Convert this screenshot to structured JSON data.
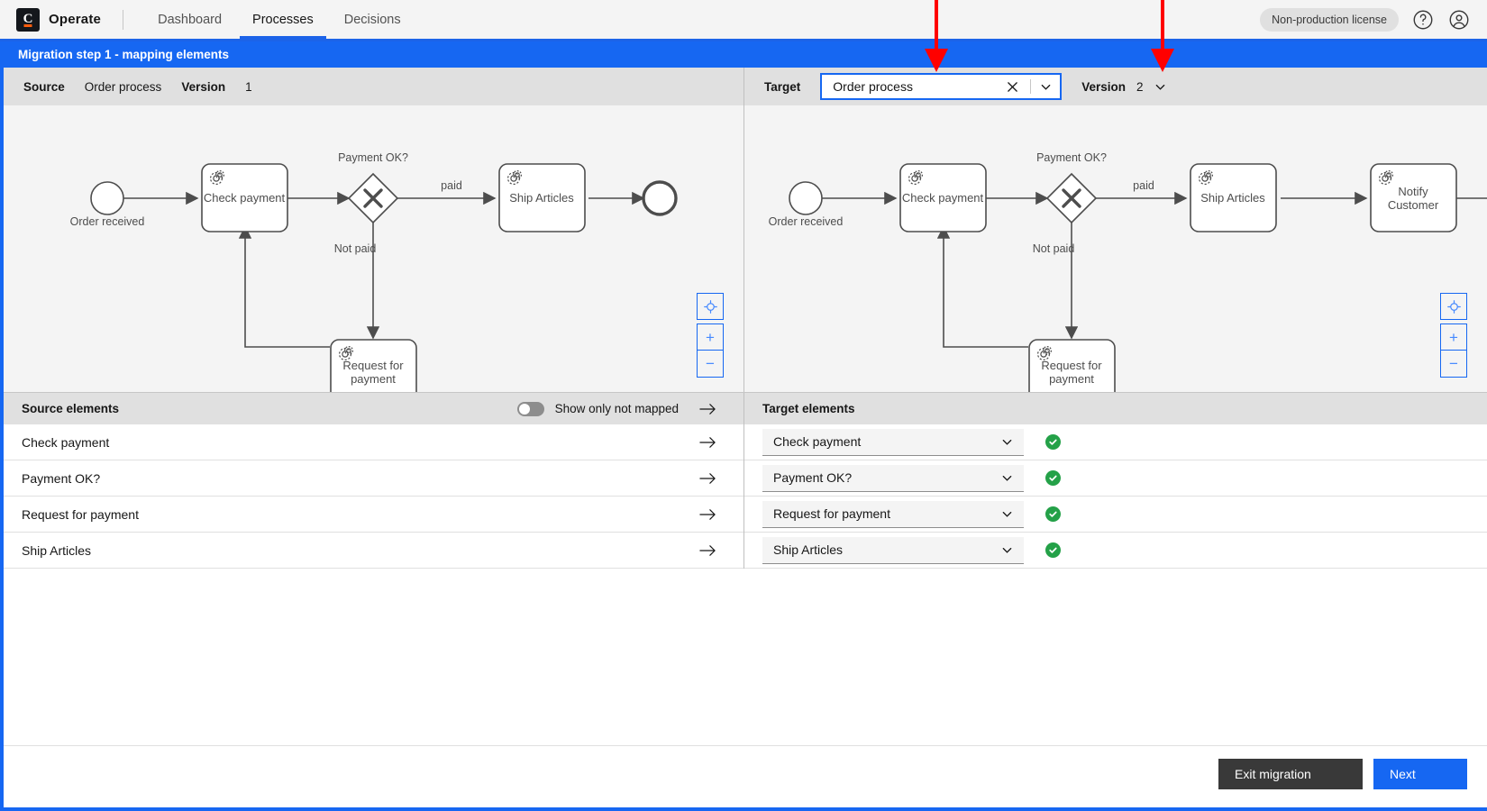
{
  "topnav": {
    "brand": "Operate",
    "logo_letter": "C",
    "nav_items": [
      {
        "label": "Dashboard",
        "active": false
      },
      {
        "label": "Processes",
        "active": true
      },
      {
        "label": "Decisions",
        "active": false
      }
    ],
    "license_badge": "Non-production license",
    "help_icon": "help-circle-icon",
    "user_icon": "user-avatar-icon"
  },
  "banner": {
    "title": "Migration step 1 - mapping elements"
  },
  "source_panel": {
    "label_source": "Source",
    "process_name": "Order process",
    "label_version": "Version",
    "version": "1",
    "zoom_reset_icon": "reset-viewport-icon",
    "zoom_in": "+",
    "zoom_out": "−"
  },
  "target_panel": {
    "label_target": "Target",
    "process_name": "Order process",
    "clear_icon": "clear-x-icon",
    "chevron_icon": "chevron-down-icon",
    "label_version": "Version",
    "version": "2",
    "zoom_reset_icon": "reset-viewport-icon",
    "zoom_in": "+",
    "zoom_out": "−"
  },
  "diagrams": {
    "source": {
      "start_event_label": "Order received",
      "gateway_label": "Payment OK?",
      "flow_label_paid": "paid",
      "flow_label_notpaid": "Not paid",
      "gateway_symbol": "X",
      "tasks": [
        "Check payment",
        "Ship Articles",
        "Request for\npayment"
      ]
    },
    "target": {
      "start_event_label": "Order received",
      "gateway_label": "Payment OK?",
      "flow_label_paid": "paid",
      "flow_label_notpaid": "Not paid",
      "gateway_symbol": "X",
      "tasks": [
        "Check payment",
        "Ship Articles",
        "Notify\nCustomer",
        "Request for\npayment"
      ]
    }
  },
  "mapping": {
    "source_header": "Source elements",
    "target_header": "Target elements",
    "toggle_label": "Show only not mapped",
    "toggle_on": false,
    "rows": [
      {
        "source": "Check payment",
        "target": "Check payment",
        "mapped": true
      },
      {
        "source": "Payment OK?",
        "target": "Payment OK?",
        "mapped": true
      },
      {
        "source": "Request for payment",
        "target": "Request for payment",
        "mapped": true
      },
      {
        "source": "Ship Articles",
        "target": "Ship Articles",
        "mapped": true
      }
    ]
  },
  "footer": {
    "exit_label": "Exit migration",
    "next_label": "Next"
  },
  "colors": {
    "accent_blue": "#1667f2",
    "nav_blue": "#1c63e8",
    "success_green": "#24a148",
    "annotation_red": "#ff0000",
    "dark_button": "#393939"
  }
}
